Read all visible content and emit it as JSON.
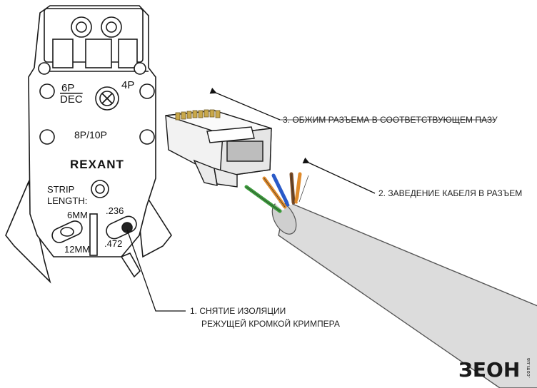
{
  "crimper": {
    "brand": "REXANT",
    "port_6p": "6P",
    "port_6p_sub": "DEC",
    "port_4p": "4P",
    "port_8p": "8P/10P",
    "strip_label_1": "STRIP",
    "strip_label_2": "LENGTH:",
    "strip_6mm": "6MM",
    "strip_12mm": "12MM",
    "strip_236": ".236",
    "strip_472": ".472"
  },
  "steps": {
    "step1_line1": "1. СНЯТИЕ ИЗОЛЯЦИИ",
    "step1_line2": "РЕЖУЩЕЙ КРОМКОЙ КРИМПЕРА",
    "step2": "2. ЗАВЕДЕНИЕ КАБЕЛЯ В РАЗЪЕМ",
    "step3": "3. ОБЖИМ РАЗЪЕМА В СООТВЕТСТВУЮЩЕМ ПАЗУ"
  },
  "logo": {
    "text": "ЗЕОН",
    "suffix": ".com.ua"
  },
  "colors": {
    "line": "#1a1a1a",
    "cable": "#dcdcdc",
    "wire_green": "#3a9a3a",
    "wire_orange": "#e08a2a",
    "wire_blue": "#2a5ac8",
    "wire_brown": "#7a4a24"
  }
}
